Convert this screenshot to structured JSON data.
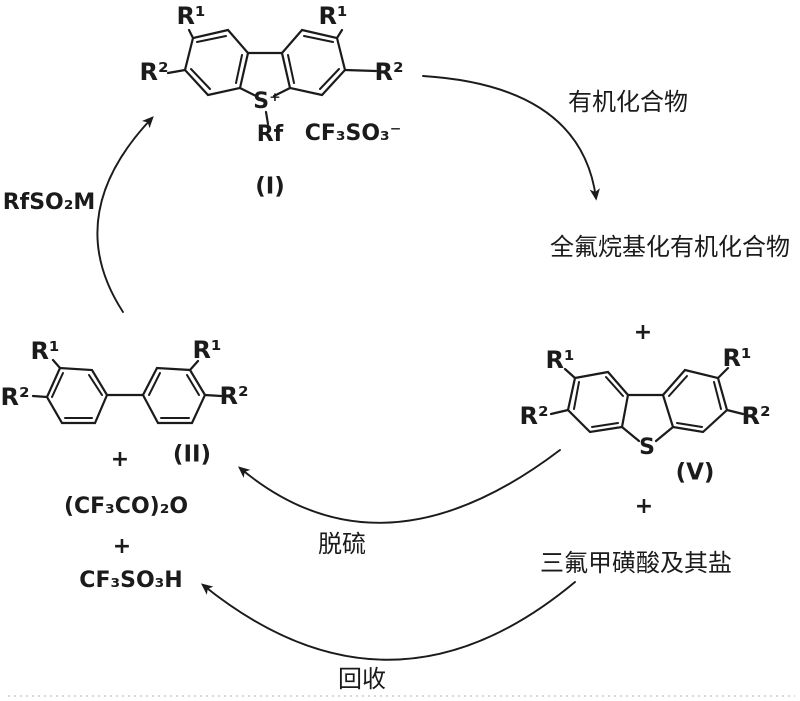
{
  "colors": {
    "ink": "#1b1b1b",
    "background": "#ffffff",
    "divider": "#cccccc"
  },
  "substituents": {
    "r1": "R¹",
    "r2": "R²"
  },
  "structure_i": {
    "s_plus": "S⁺",
    "rf": "Rf",
    "counterion": "CF₃SO₃⁻",
    "tag": "(I)"
  },
  "structure_ii": {
    "tag": "(II)",
    "plus_after_biphenyl": "+",
    "anhydride": "(CF₃CO)₂O",
    "plus_between": "+",
    "acid": "CF₃SO₃H"
  },
  "structure_v": {
    "s": "S",
    "tag": "(V)",
    "plus_above": "+",
    "plus_below": "+"
  },
  "left_reagent": {
    "formula": "RfSO₂M"
  },
  "annotations": {
    "organic_compound": "有机化合物",
    "perfluoroalkylated_product": "全氟烷基化有机化合物",
    "triflic_acid_and_salts": "三氟甲磺酸及其盐",
    "desulfurization": "脱硫",
    "recycle": "回收"
  }
}
